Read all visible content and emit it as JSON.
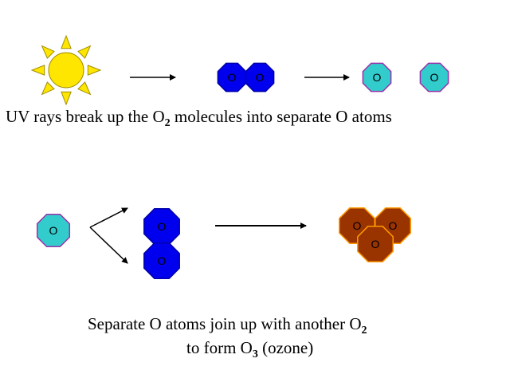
{
  "colors": {
    "sun_fill": "#ffe600",
    "sun_stroke": "#a08e00",
    "o2_blue": "#0000ee",
    "o2_blue_stroke": "#0000aa",
    "o_atom_teal": "#33cccc",
    "o_atom_stroke": "#9933aa",
    "ozone_brown": "#993300",
    "ozone_stroke": "#ff9900",
    "arrow": "#000000"
  },
  "icons": {
    "sun": "sun-icon"
  },
  "atom_label": "O",
  "captions": {
    "top": {
      "before": "UV rays break up the O",
      "sub": "2",
      "after": " molecules into separate O atoms"
    },
    "bottom": {
      "line1_before": "Separate O atoms join up with another O",
      "line1_sub": "2",
      "line2_before": "to form O",
      "line2_sub": "3",
      "line2_after": " (ozone)"
    }
  }
}
